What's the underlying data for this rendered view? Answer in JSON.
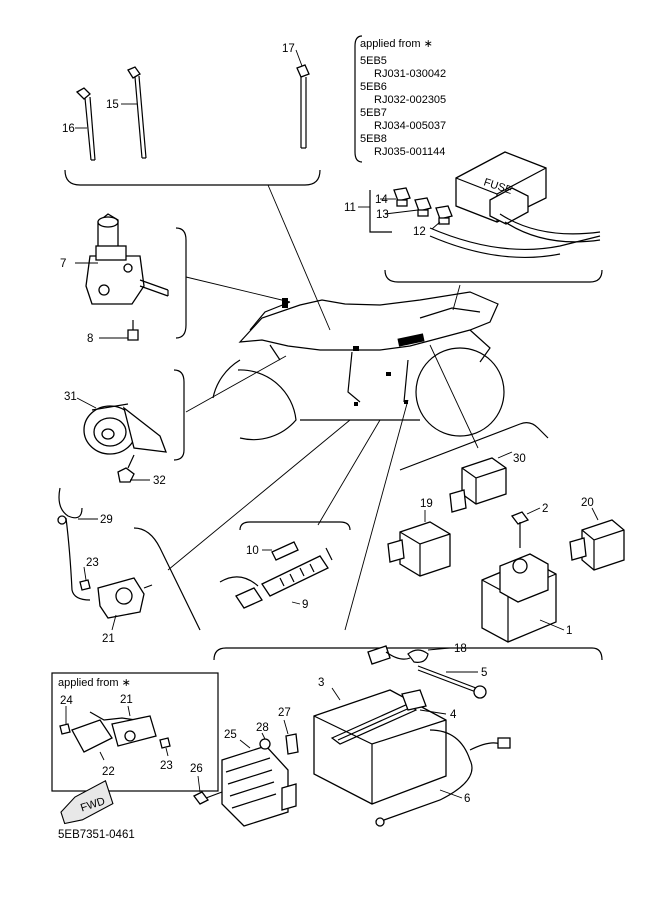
{
  "callouts": {
    "c1": "1",
    "c2": "2",
    "c3": "3",
    "c4": "4",
    "c5": "5",
    "c6": "6",
    "c7": "7",
    "c8": "8",
    "c9": "9",
    "c10": "10",
    "c11": "11",
    "c12": "12",
    "c13": "13",
    "c14": "14",
    "c15": "15",
    "c16": "16",
    "c17": "17",
    "c18": "18",
    "c19": "19",
    "c20": "20",
    "c21": "21",
    "c21b": "21",
    "c22": "22",
    "c23": "23",
    "c23b": "23",
    "c24": "24",
    "c25": "25",
    "c26": "26",
    "c27": "27",
    "c28": "28",
    "c29": "29",
    "c30": "30",
    "c31": "31",
    "c32": "32"
  },
  "serial_box": {
    "header": "applied from  ∗",
    "lines": [
      "5EB5",
      "RJ031-030042",
      "5EB6",
      "RJ032-002305",
      "5EB7",
      "RJ034-005037",
      "5EB8",
      "RJ035-001144"
    ]
  },
  "inset_box": {
    "header": "applied from  ∗"
  },
  "fuse_label": "FUSE",
  "fwd_label": "FWD",
  "diagram_code": "5EB7351-0461"
}
